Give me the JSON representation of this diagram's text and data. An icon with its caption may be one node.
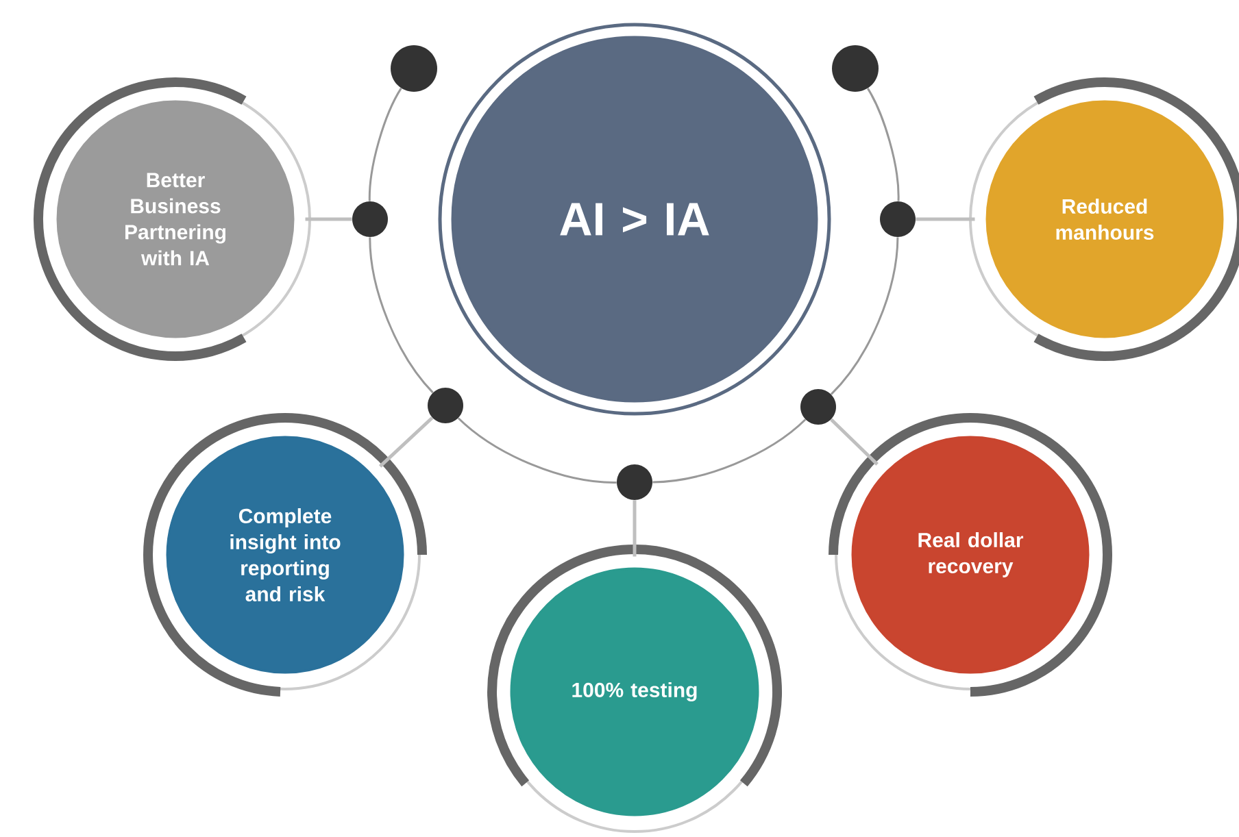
{
  "diagram": {
    "nodes": [
      {
        "text": [
          "AI > IA"
        ]
      },
      {
        "text": [
          "Better Business Partnering with IA"
        ]
      },
      {
        "text": [
          "Reduced manhours"
        ]
      },
      {
        "text": [
          "Complete insight into reporting and risk"
        ]
      },
      {
        "text": [
          "Real dollar recovery"
        ]
      },
      {
        "text": [
          "100% testing"
        ]
      },
      {
        "text": [],
        "shape": "circle"
      },
      {
        "text": [],
        "shape": "circle"
      },
      {
        "text": [],
        "shape": "circle"
      },
      {
        "text": [],
        "shape": "circle"
      },
      {
        "text": [],
        "shape": "circle"
      },
      {
        "text": [],
        "shape": "circle"
      },
      {
        "text": [],
        "shape": "circle"
      }
    ],
    "edges": [
      {
        "from": 6,
        "to": 1,
        "arrow": "none"
      },
      {
        "from": 12,
        "to": 2,
        "arrow": "none"
      },
      {
        "from": 8,
        "to": 3,
        "arrow": "none"
      },
      {
        "from": 10,
        "to": 4,
        "arrow": "none"
      },
      {
        "from": 9,
        "to": 5,
        "arrow": "none"
      },
      {
        "from": 7,
        "to": 6,
        "arrow": "none"
      },
      {
        "from": 6,
        "to": 8,
        "arrow": "none"
      },
      {
        "from": 8,
        "to": 9,
        "arrow": "none"
      },
      {
        "from": 9,
        "to": 10,
        "arrow": "none"
      },
      {
        "from": 10,
        "to": 12,
        "arrow": "none"
      },
      {
        "from": 12,
        "to": 11,
        "arrow": "none"
      }
    ]
  }
}
